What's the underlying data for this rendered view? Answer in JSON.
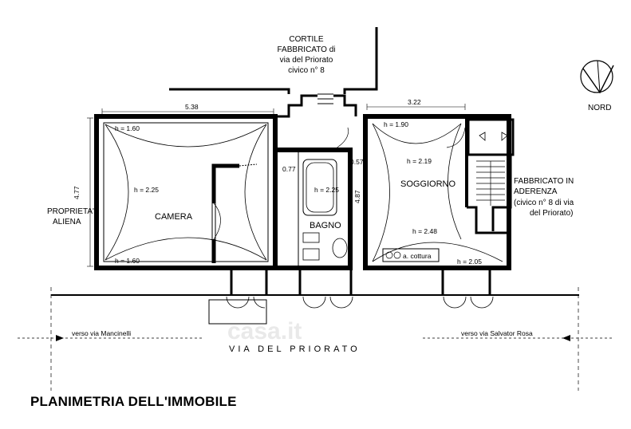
{
  "title": "PLANIMETRIA DELL'IMMOBILE",
  "street": "VIA DEL PRIORATO",
  "watermark": "casa.it",
  "north_label": "NORD",
  "courtyard": [
    "CORTILE",
    "FABBRICATO  di",
    "via del Priorato",
    "civico n° 8"
  ],
  "left_property": [
    "PROPRIETA'",
    "ALIENA"
  ],
  "right_building": [
    "FABBRICATO IN",
    "ADERENZA",
    "(civico n° 8 di via",
    "del Priorato)"
  ],
  "direction_left": "verso via Mancinelli",
  "direction_right": "verso via Salvator Rosa",
  "rooms": {
    "camera": "CAMERA",
    "bagno": "BAGNO",
    "soggiorno": "SOGGIORNO",
    "angolo_cottura": "a. cottura"
  },
  "dimensions": {
    "camera_width": "5.38",
    "camera_depth": "4.77",
    "soggiorno_width": "3.22",
    "soggiorno_depth": "4.87",
    "bagno_width_left": "0.77",
    "bagno_width_right": "0.57"
  },
  "heights": {
    "camera_top": "h = 1.60",
    "camera_center": "h = 2.25",
    "camera_bottom": "h = 1.60",
    "bagno": "h = 2.25",
    "soggiorno_top_left": "h = 1.90",
    "soggiorno_top": "h = 2.19",
    "soggiorno_mid": "h = 2.48",
    "soggiorno_bottom": "h = 2.05"
  }
}
